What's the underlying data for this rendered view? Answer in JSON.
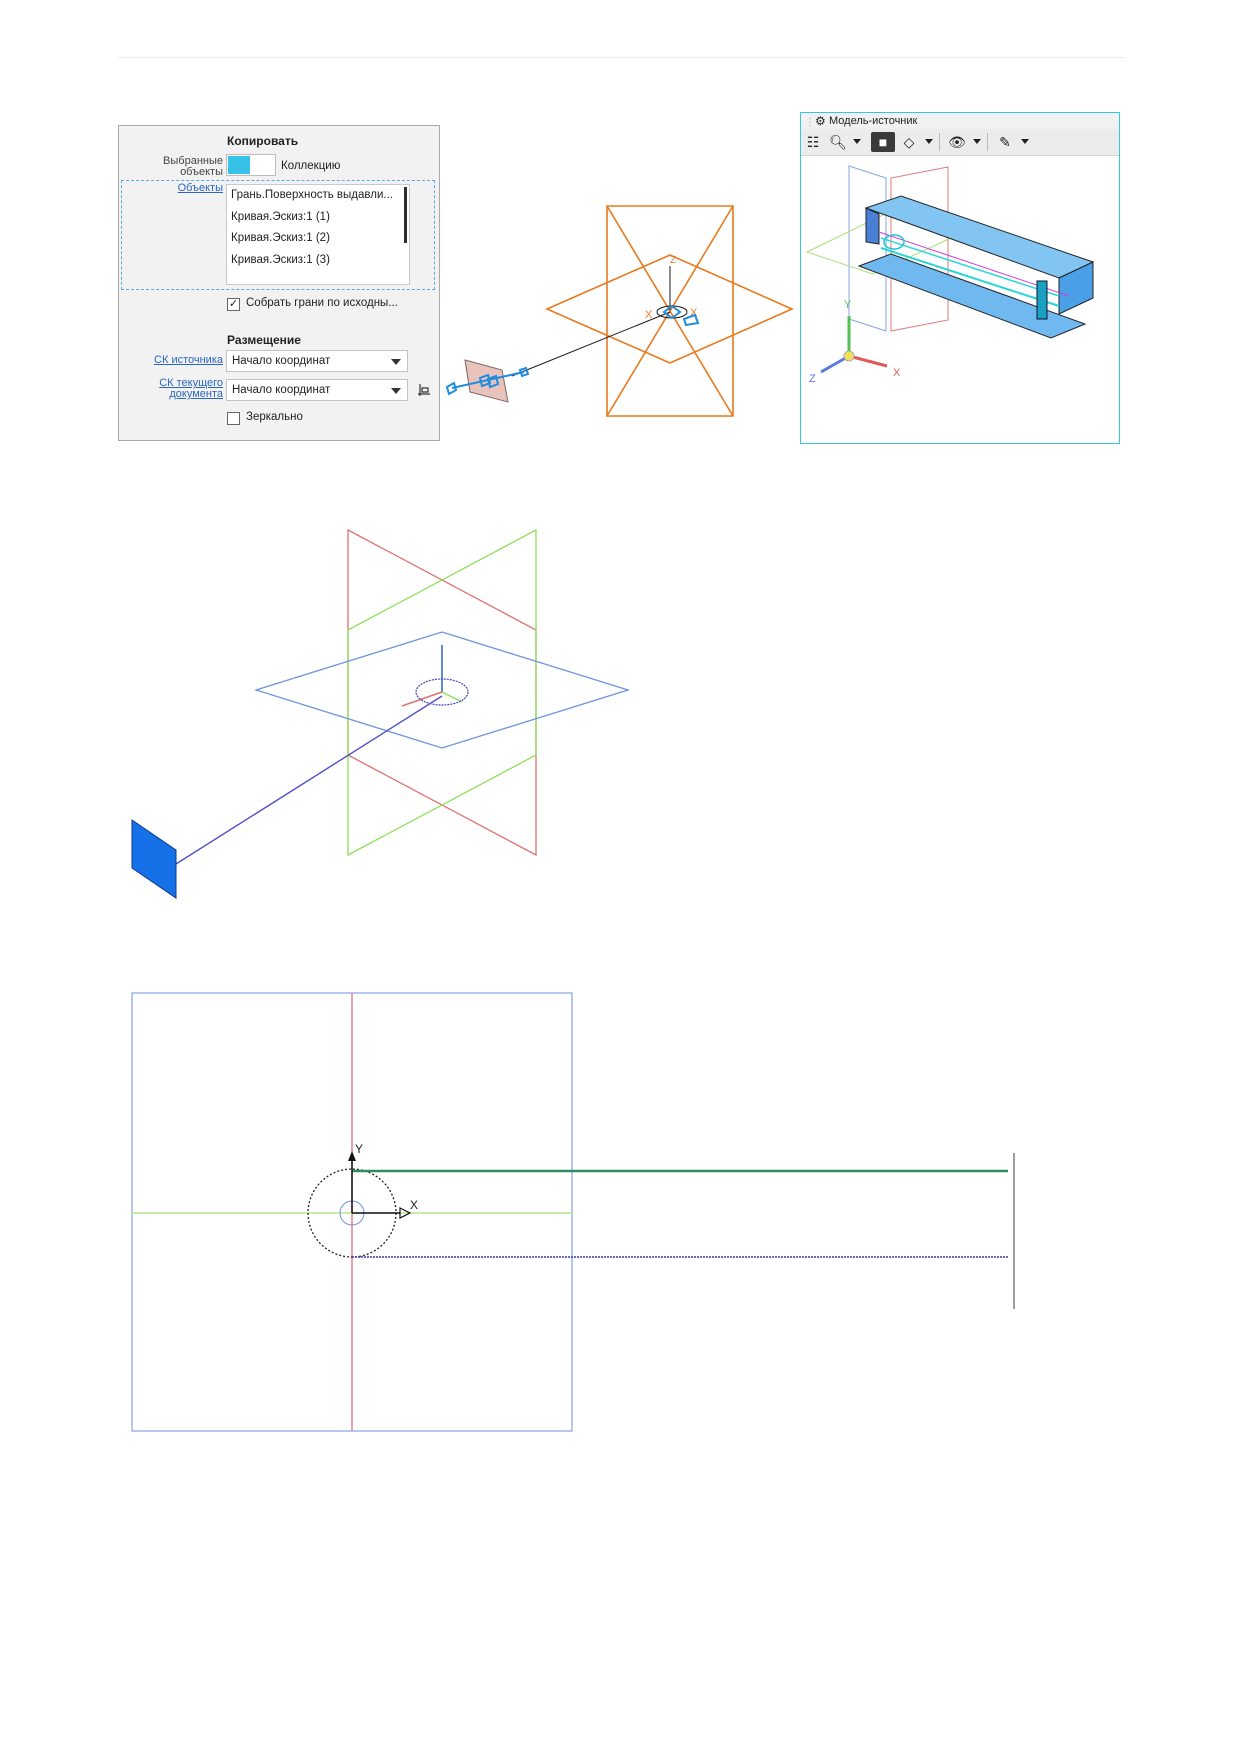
{
  "copy_panel": {
    "title": "Копировать",
    "selected_objects_label_1": "Выбранные",
    "selected_objects_label_2": "объекты",
    "collection_label": "Коллекцию",
    "objects_link": "Объекты",
    "objects_list": [
      "Грань.Поверхность выдавли...",
      "Кривая.Эскиз:1 (1)",
      "Кривая.Эскиз:1 (2)",
      "Кривая.Эскиз:1 (3)"
    ],
    "collect_faces_checked": true,
    "collect_faces_label": "Собрать грани по исходны...",
    "placement_title": "Размещение",
    "source_cs_link": "СК источника",
    "source_cs_value": "Начало координат",
    "current_cs_link_1": "СК текущего",
    "current_cs_link_2": "документа",
    "current_cs_value": "Начало координат",
    "mirror_checked": false,
    "mirror_label": "Зеркально"
  },
  "source_model": {
    "title": "Модель-источник",
    "icons": [
      "tree-icon",
      "zoom-icon",
      "shaded-cube-icon",
      "wireframe-cube-icon",
      "eye-icon",
      "pen-icon"
    ],
    "axis_labels": {
      "x": "X",
      "y": "Y",
      "z": "Z"
    }
  },
  "view1_axes": {
    "x": "X",
    "y": "Y",
    "z": "Z"
  },
  "sketch_axes": {
    "x": "X",
    "y": "Y"
  },
  "colors": {
    "orange_planes": "#e87a1e",
    "red_plane": "#e06060",
    "green_plane": "#8ee05a",
    "blue_plane": "#6b95e0",
    "cyan_select": "#35c2e6",
    "face_blue": "#1670e8",
    "sketch_green": "#2e8c64",
    "sketch_blue_dashed": "#3a3ab0"
  }
}
